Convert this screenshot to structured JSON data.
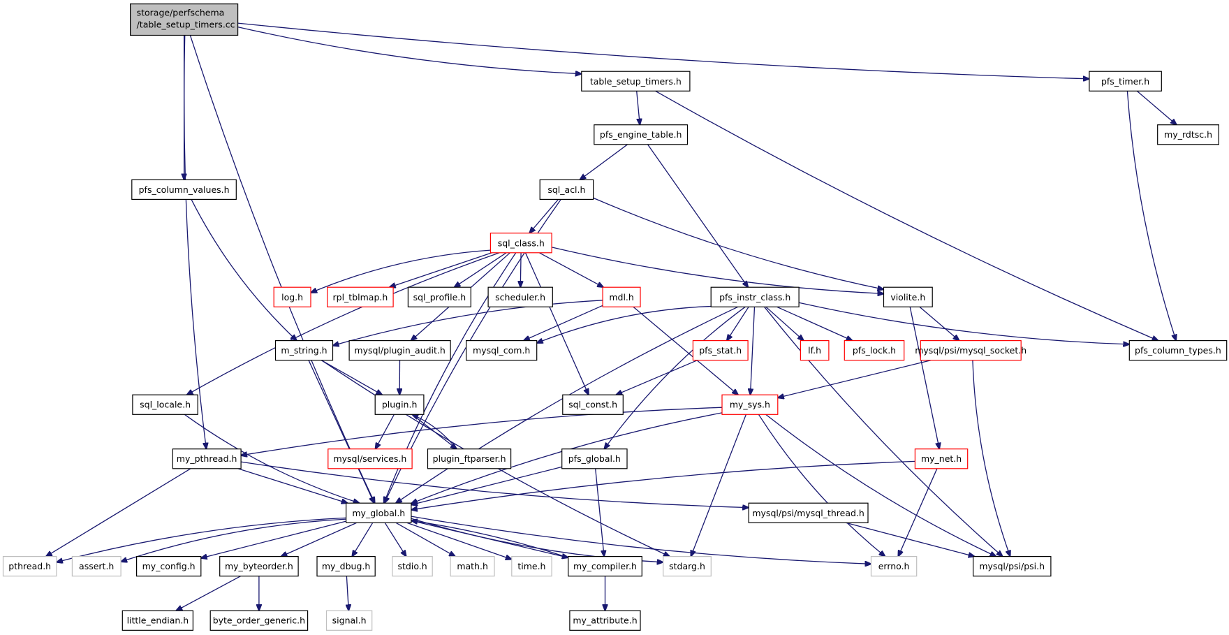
{
  "colors": {
    "edge": "#191970",
    "border_normal": "#000000",
    "border_truncated": "#ff0000",
    "border_external": "#bfbfbf",
    "root_fill": "#bfbfbf",
    "text_normal": "#000000",
    "text_external": "#7f7f7f"
  },
  "nodes": [
    {
      "id": "root",
      "lines": [
        "storage/perfschema",
        "/table_setup_timers.cc"
      ],
      "style": "root"
    },
    {
      "id": "table_setup_timers_h",
      "lines": [
        "table_setup_timers.h"
      ],
      "style": "normal"
    },
    {
      "id": "pfs_timer_h",
      "lines": [
        "pfs_timer.h"
      ],
      "style": "normal"
    },
    {
      "id": "my_rdtsc_h",
      "lines": [
        "my_rdtsc.h"
      ],
      "style": "normal"
    },
    {
      "id": "pfs_engine_table_h",
      "lines": [
        "pfs_engine_table.h"
      ],
      "style": "normal"
    },
    {
      "id": "pfs_column_values_h",
      "lines": [
        "pfs_column_values.h"
      ],
      "style": "normal"
    },
    {
      "id": "sql_acl_h",
      "lines": [
        "sql_acl.h"
      ],
      "style": "normal"
    },
    {
      "id": "sql_class_h",
      "lines": [
        "sql_class.h"
      ],
      "style": "truncated"
    },
    {
      "id": "log_h",
      "lines": [
        "log.h"
      ],
      "style": "truncated"
    },
    {
      "id": "rpl_tblmap_h",
      "lines": [
        "rpl_tblmap.h"
      ],
      "style": "truncated"
    },
    {
      "id": "sql_profile_h",
      "lines": [
        "sql_profile.h"
      ],
      "style": "normal"
    },
    {
      "id": "scheduler_h",
      "lines": [
        "scheduler.h"
      ],
      "style": "normal"
    },
    {
      "id": "mdl_h",
      "lines": [
        "mdl.h"
      ],
      "style": "truncated"
    },
    {
      "id": "pfs_instr_class_h",
      "lines": [
        "pfs_instr_class.h"
      ],
      "style": "normal"
    },
    {
      "id": "violite_h",
      "lines": [
        "violite.h"
      ],
      "style": "normal"
    },
    {
      "id": "pfs_column_types_h",
      "lines": [
        "pfs_column_types.h"
      ],
      "style": "normal"
    },
    {
      "id": "m_string_h",
      "lines": [
        "m_string.h"
      ],
      "style": "normal"
    },
    {
      "id": "mysql_plugin_audit_h",
      "lines": [
        "mysql/plugin_audit.h"
      ],
      "style": "normal"
    },
    {
      "id": "mysql_com_h",
      "lines": [
        "mysql_com.h"
      ],
      "style": "normal"
    },
    {
      "id": "pfs_stat_h",
      "lines": [
        "pfs_stat.h"
      ],
      "style": "truncated"
    },
    {
      "id": "lf_h",
      "lines": [
        "lf.h"
      ],
      "style": "truncated"
    },
    {
      "id": "pfs_lock_h",
      "lines": [
        "pfs_lock.h"
      ],
      "style": "truncated"
    },
    {
      "id": "mysql_socket_h",
      "lines": [
        "mysql/psi/mysql_socket.h"
      ],
      "style": "truncated"
    },
    {
      "id": "sql_locale_h",
      "lines": [
        "sql_locale.h"
      ],
      "style": "normal"
    },
    {
      "id": "plugin_h",
      "lines": [
        "plugin.h"
      ],
      "style": "normal"
    },
    {
      "id": "sql_const_h",
      "lines": [
        "sql_const.h"
      ],
      "style": "normal"
    },
    {
      "id": "my_sys_h",
      "lines": [
        "my_sys.h"
      ],
      "style": "truncated"
    },
    {
      "id": "my_pthread_h",
      "lines": [
        "my_pthread.h"
      ],
      "style": "normal"
    },
    {
      "id": "mysql_services_h",
      "lines": [
        "mysql/services.h"
      ],
      "style": "truncated"
    },
    {
      "id": "plugin_ftparser_h",
      "lines": [
        "plugin_ftparser.h"
      ],
      "style": "normal"
    },
    {
      "id": "pfs_global_h",
      "lines": [
        "pfs_global.h"
      ],
      "style": "normal"
    },
    {
      "id": "my_net_h",
      "lines": [
        "my_net.h"
      ],
      "style": "truncated"
    },
    {
      "id": "my_global_h",
      "lines": [
        "my_global.h"
      ],
      "style": "normal"
    },
    {
      "id": "mysql_thread_h",
      "lines": [
        "mysql/psi/mysql_thread.h"
      ],
      "style": "normal"
    },
    {
      "id": "pthread_h",
      "lines": [
        "pthread.h"
      ],
      "style": "external"
    },
    {
      "id": "assert_h",
      "lines": [
        "assert.h"
      ],
      "style": "external"
    },
    {
      "id": "my_config_h",
      "lines": [
        "my_config.h"
      ],
      "style": "normal"
    },
    {
      "id": "my_byteorder_h",
      "lines": [
        "my_byteorder.h"
      ],
      "style": "normal"
    },
    {
      "id": "my_dbug_h",
      "lines": [
        "my_dbug.h"
      ],
      "style": "normal"
    },
    {
      "id": "stdio_h",
      "lines": [
        "stdio.h"
      ],
      "style": "external"
    },
    {
      "id": "math_h",
      "lines": [
        "math.h"
      ],
      "style": "external"
    },
    {
      "id": "time_h",
      "lines": [
        "time.h"
      ],
      "style": "external"
    },
    {
      "id": "my_compiler_h",
      "lines": [
        "my_compiler.h"
      ],
      "style": "normal"
    },
    {
      "id": "stdarg_h",
      "lines": [
        "stdarg.h"
      ],
      "style": "external"
    },
    {
      "id": "errno_h",
      "lines": [
        "errno.h"
      ],
      "style": "external"
    },
    {
      "id": "mysql_psi_h",
      "lines": [
        "mysql/psi/psi.h"
      ],
      "style": "normal"
    },
    {
      "id": "little_endian_h",
      "lines": [
        "little_endian.h"
      ],
      "style": "normal"
    },
    {
      "id": "byte_order_generic_h",
      "lines": [
        "byte_order_generic.h"
      ],
      "style": "normal"
    },
    {
      "id": "signal_h",
      "lines": [
        "signal.h"
      ],
      "style": "external"
    },
    {
      "id": "my_attribute_h",
      "lines": [
        "my_attribute.h"
      ],
      "style": "normal"
    }
  ],
  "edges": [
    [
      "root",
      "table_setup_timers_h"
    ],
    [
      "root",
      "pfs_timer_h"
    ],
    [
      "root",
      "pfs_column_values_h"
    ],
    [
      "root",
      "my_pthread_h"
    ],
    [
      "root",
      "my_global_h"
    ],
    [
      "table_setup_timers_h",
      "pfs_engine_table_h"
    ],
    [
      "table_setup_timers_h",
      "pfs_column_types_h"
    ],
    [
      "pfs_timer_h",
      "my_rdtsc_h"
    ],
    [
      "pfs_timer_h",
      "pfs_column_types_h"
    ],
    [
      "pfs_engine_table_h",
      "sql_acl_h"
    ],
    [
      "pfs_engine_table_h",
      "pfs_instr_class_h"
    ],
    [
      "pfs_column_values_h",
      "m_string_h"
    ],
    [
      "sql_acl_h",
      "sql_class_h"
    ],
    [
      "sql_acl_h",
      "violite_h"
    ],
    [
      "sql_acl_h",
      "my_global_h"
    ],
    [
      "sql_class_h",
      "log_h"
    ],
    [
      "sql_class_h",
      "rpl_tblmap_h"
    ],
    [
      "sql_class_h",
      "sql_profile_h"
    ],
    [
      "sql_class_h",
      "scheduler_h"
    ],
    [
      "sql_class_h",
      "mdl_h"
    ],
    [
      "sql_class_h",
      "violite_h"
    ],
    [
      "sql_class_h",
      "mysql_plugin_audit_h"
    ],
    [
      "sql_class_h",
      "sql_locale_h"
    ],
    [
      "sql_class_h",
      "sql_const_h"
    ],
    [
      "sql_class_h",
      "my_global_h"
    ],
    [
      "mdl_h",
      "m_string_h"
    ],
    [
      "mdl_h",
      "mysql_com_h"
    ],
    [
      "mdl_h",
      "my_sys_h"
    ],
    [
      "pfs_instr_class_h",
      "mysql_com_h"
    ],
    [
      "pfs_instr_class_h",
      "pfs_stat_h"
    ],
    [
      "pfs_instr_class_h",
      "lf_h"
    ],
    [
      "pfs_instr_class_h",
      "pfs_lock_h"
    ],
    [
      "pfs_instr_class_h",
      "pfs_column_types_h"
    ],
    [
      "pfs_instr_class_h",
      "my_sys_h"
    ],
    [
      "pfs_instr_class_h",
      "pfs_global_h"
    ],
    [
      "pfs_instr_class_h",
      "mysql_psi_h"
    ],
    [
      "pfs_instr_class_h",
      "my_global_h"
    ],
    [
      "violite_h",
      "mysql_socket_h"
    ],
    [
      "violite_h",
      "my_net_h"
    ],
    [
      "m_string_h",
      "plugin_h"
    ],
    [
      "m_string_h",
      "stdarg_h"
    ],
    [
      "m_string_h",
      "my_global_h"
    ],
    [
      "mysql_plugin_audit_h",
      "plugin_h"
    ],
    [
      "pfs_stat_h",
      "sql_const_h"
    ],
    [
      "mysql_socket_h",
      "my_sys_h"
    ],
    [
      "mysql_socket_h",
      "mysql_psi_h"
    ],
    [
      "sql_locale_h",
      "my_global_h"
    ],
    [
      "plugin_h",
      "mysql_services_h"
    ],
    [
      "plugin_h",
      "plugin_ftparser_h"
    ],
    [
      "plugin_ftparser_h",
      "plugin_h"
    ],
    [
      "my_sys_h",
      "my_pthread_h"
    ],
    [
      "my_sys_h",
      "my_global_h"
    ],
    [
      "my_sys_h",
      "stdarg_h"
    ],
    [
      "my_sys_h",
      "errno_h"
    ],
    [
      "my_sys_h",
      "mysql_psi_h"
    ],
    [
      "my_pthread_h",
      "pthread_h"
    ],
    [
      "my_pthread_h",
      "my_global_h"
    ],
    [
      "my_pthread_h",
      "mysql_thread_h"
    ],
    [
      "pfs_global_h",
      "my_global_h"
    ],
    [
      "pfs_global_h",
      "my_compiler_h"
    ],
    [
      "my_net_h",
      "my_global_h"
    ],
    [
      "my_net_h",
      "errno_h"
    ],
    [
      "mysql_thread_h",
      "mysql_psi_h"
    ],
    [
      "my_global_h",
      "pthread_h"
    ],
    [
      "my_global_h",
      "assert_h"
    ],
    [
      "my_global_h",
      "my_config_h"
    ],
    [
      "my_global_h",
      "my_byteorder_h"
    ],
    [
      "my_global_h",
      "my_dbug_h"
    ],
    [
      "my_global_h",
      "stdio_h"
    ],
    [
      "my_global_h",
      "math_h"
    ],
    [
      "my_global_h",
      "time_h"
    ],
    [
      "my_global_h",
      "my_compiler_h"
    ],
    [
      "my_global_h",
      "stdarg_h"
    ],
    [
      "my_global_h",
      "errno_h"
    ],
    [
      "my_compiler_h",
      "my_global_h"
    ],
    [
      "my_compiler_h",
      "my_attribute_h"
    ],
    [
      "my_byteorder_h",
      "little_endian_h"
    ],
    [
      "my_byteorder_h",
      "byte_order_generic_h"
    ],
    [
      "my_dbug_h",
      "signal_h"
    ]
  ]
}
